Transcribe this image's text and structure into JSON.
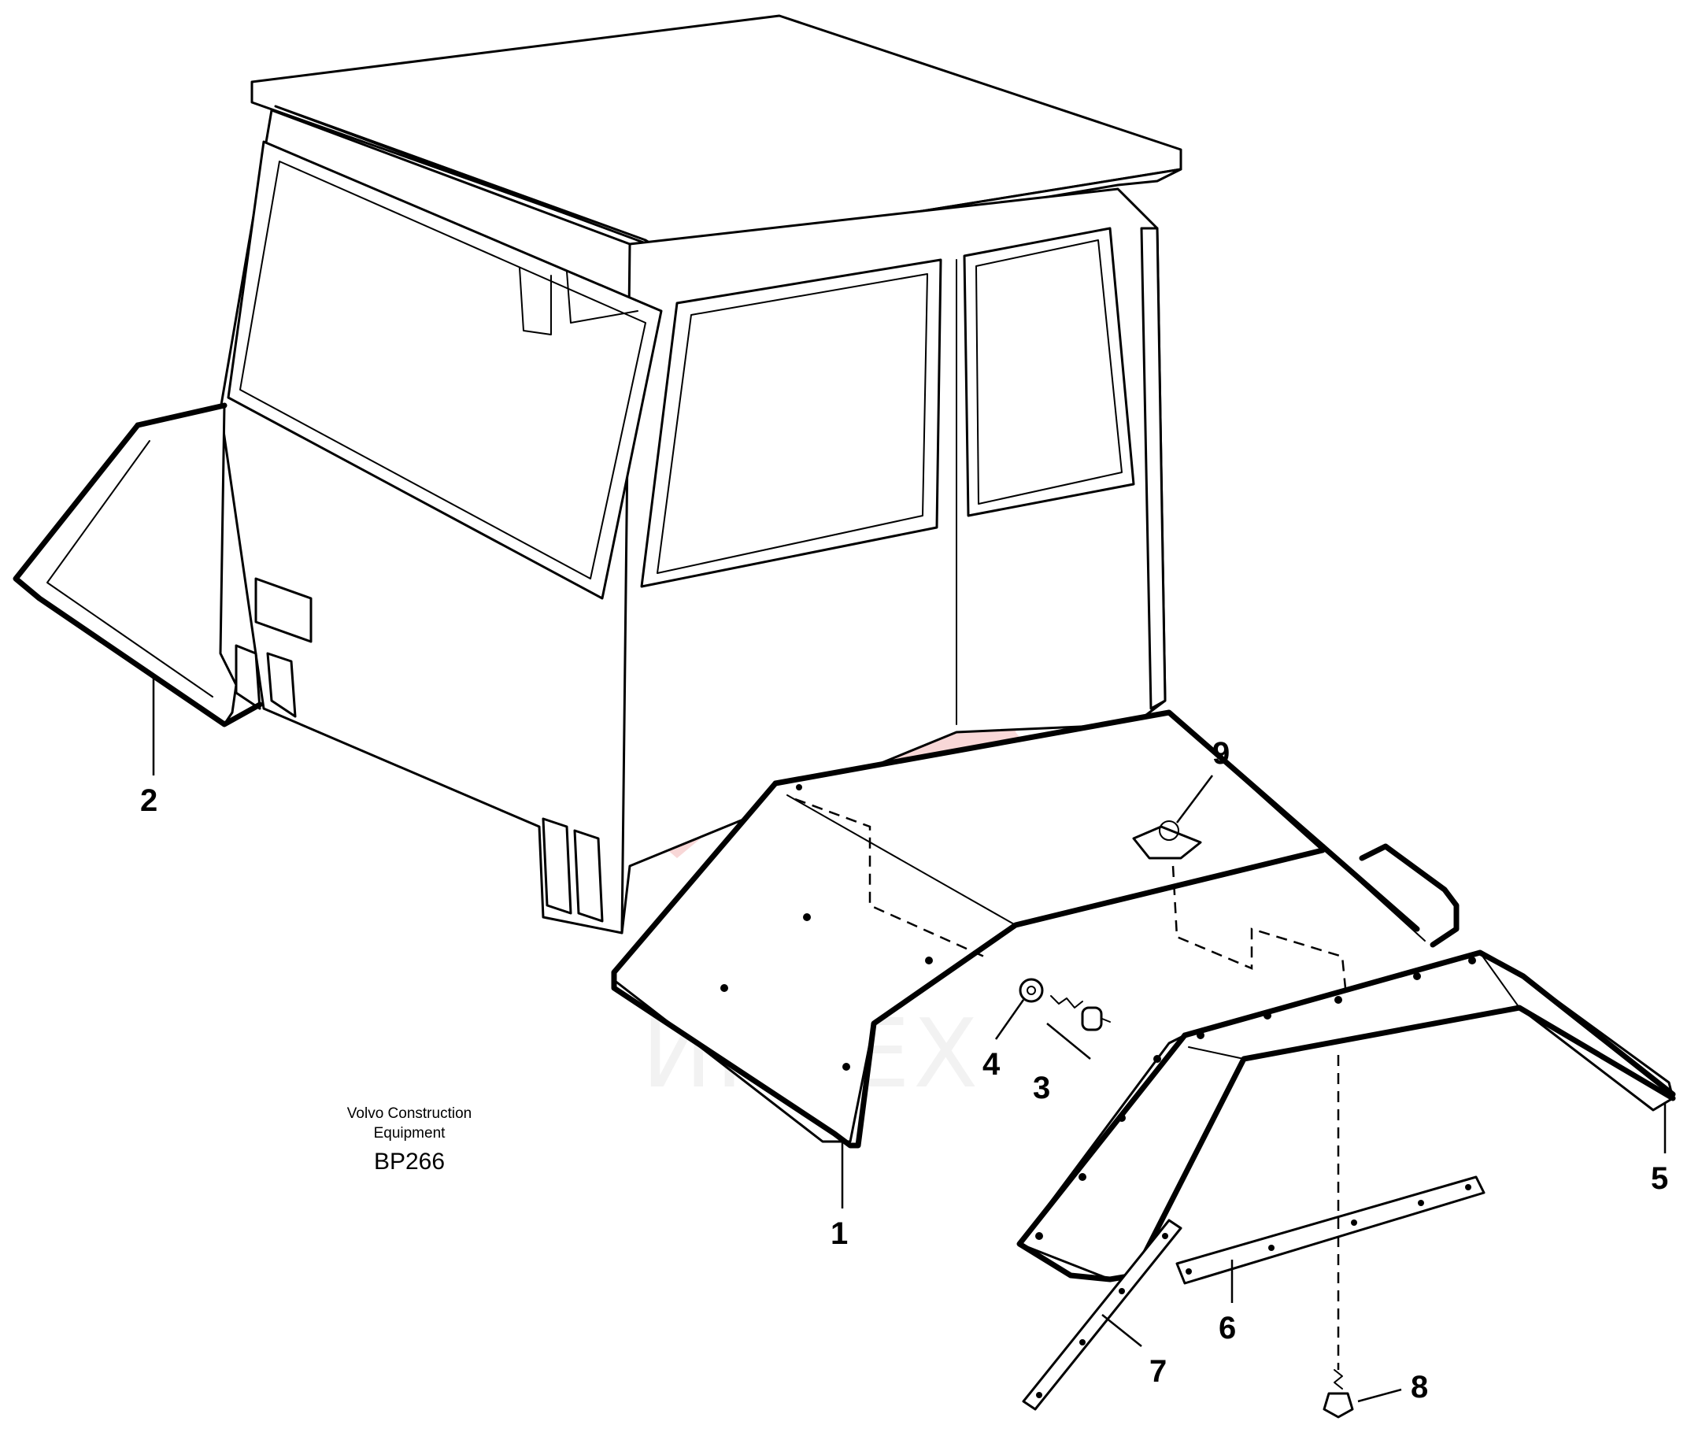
{
  "figure": {
    "code": "BP266",
    "caption_line1": "Volvo Construction",
    "caption_line2": "Equipment"
  },
  "watermark": {
    "text": "ИНТЕХ",
    "color": "#f4b8b8"
  },
  "callouts": [
    {
      "id": "1",
      "label": "1"
    },
    {
      "id": "2",
      "label": "2"
    },
    {
      "id": "3",
      "label": "3"
    },
    {
      "id": "4",
      "label": "4"
    },
    {
      "id": "5",
      "label": "5"
    },
    {
      "id": "6",
      "label": "6"
    },
    {
      "id": "7",
      "label": "7"
    },
    {
      "id": "8",
      "label": "8"
    },
    {
      "id": "9",
      "label": "9"
    }
  ]
}
